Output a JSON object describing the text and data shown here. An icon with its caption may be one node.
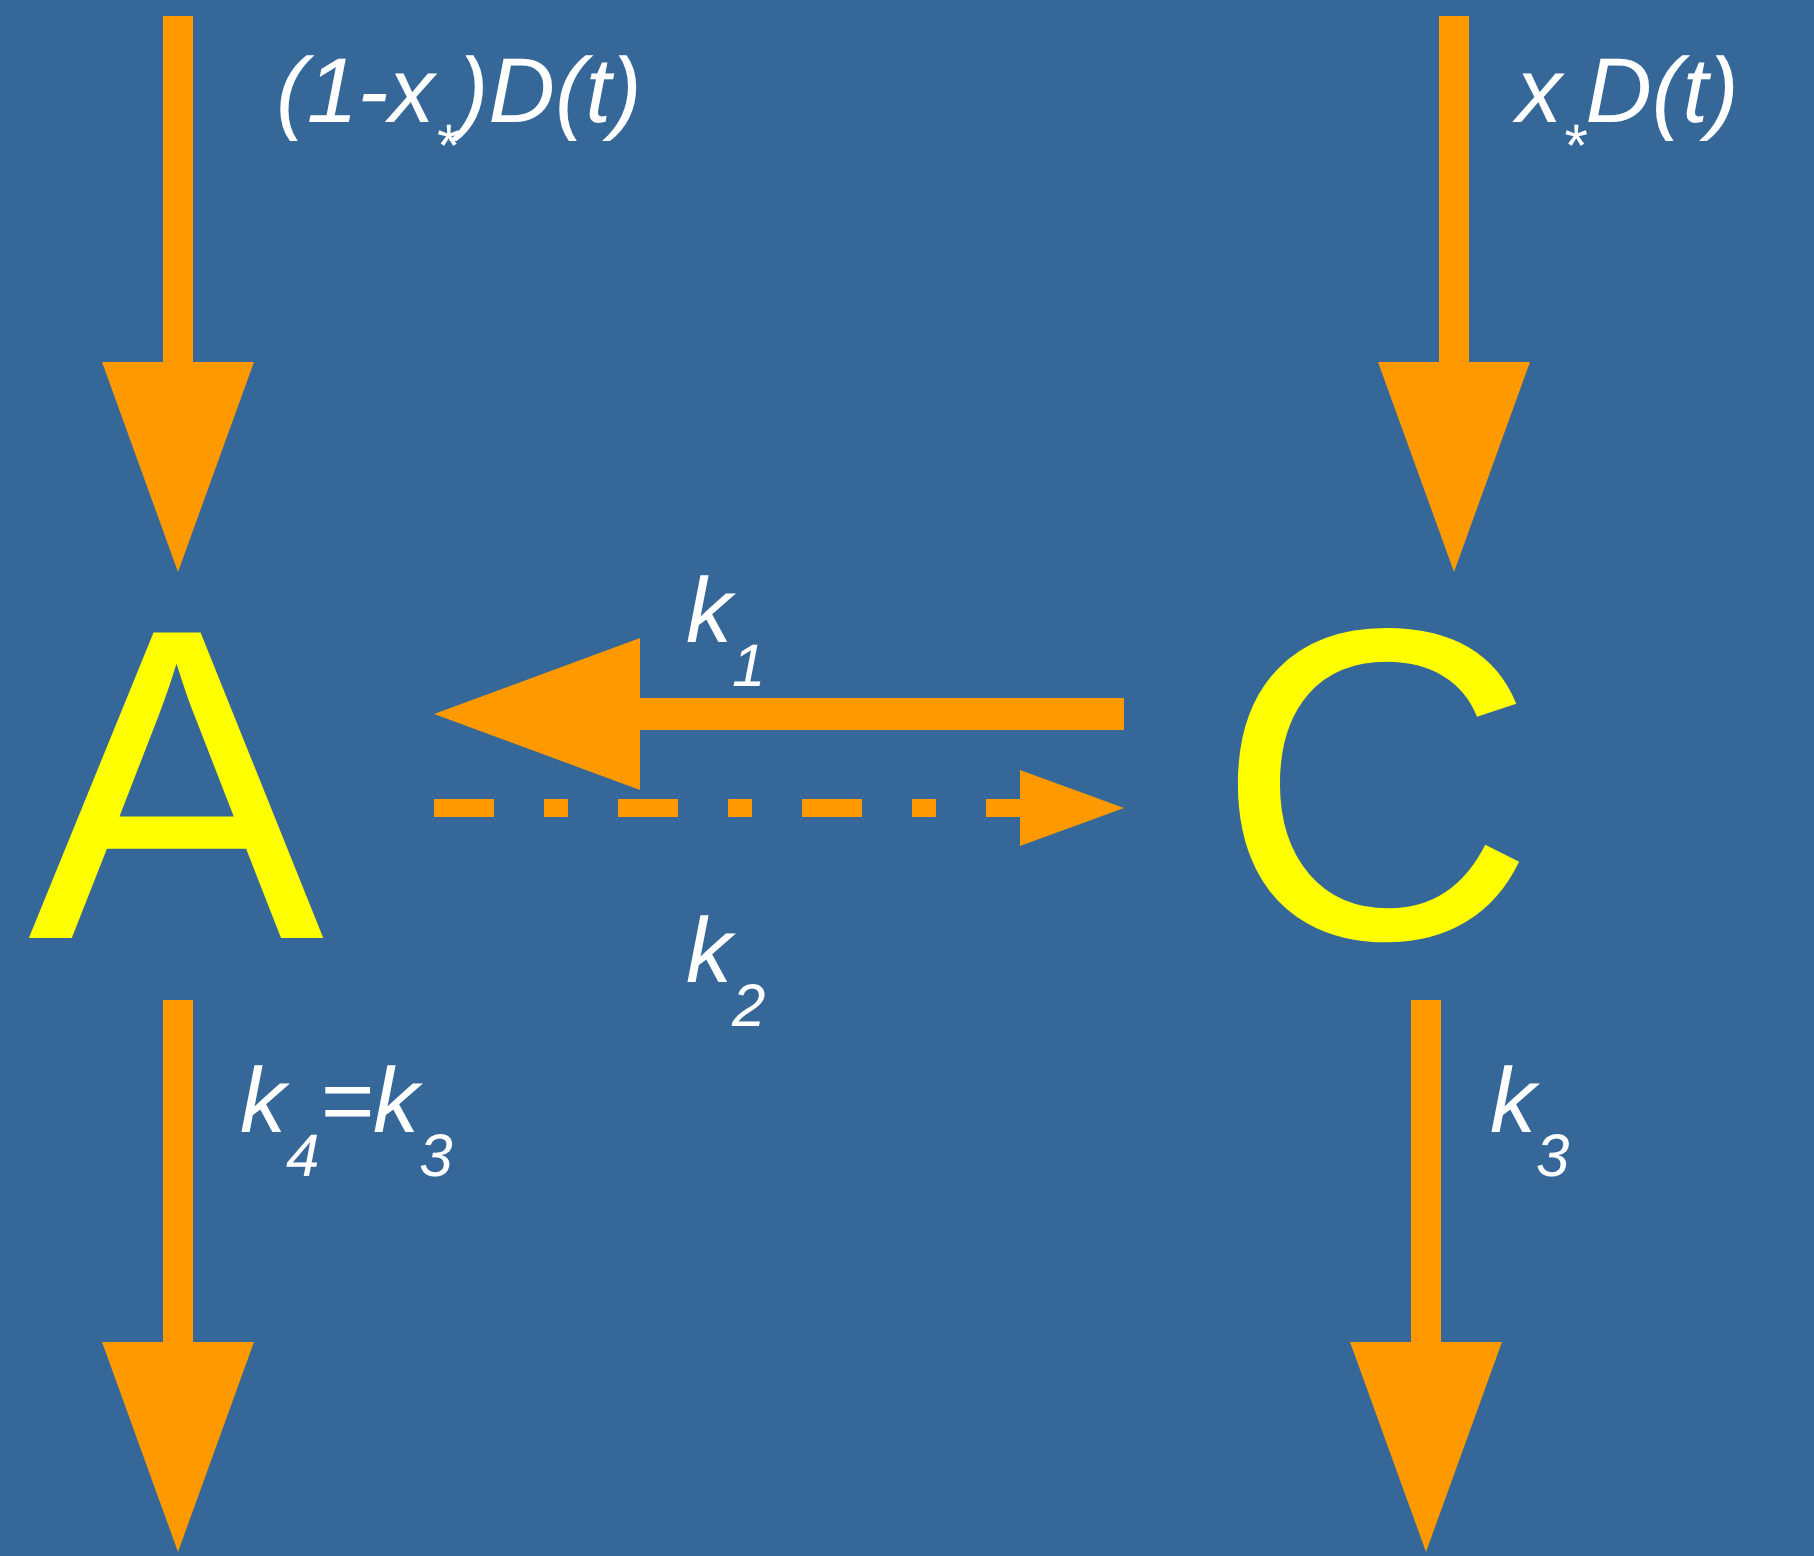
{
  "diagram": {
    "nodes": [
      {
        "text": [
          "A"
        ]
      },
      {
        "text": [
          "C"
        ]
      }
    ],
    "edges": [
      {
        "from": null,
        "to": 0,
        "arrow": "to",
        "label": "(1-x$_{*}$)D(t)"
      },
      {
        "from": null,
        "to": 1,
        "arrow": "to",
        "label": "x$_{*}$D(t)"
      },
      {
        "from": 1,
        "to": 0,
        "arrow": "to",
        "label": "k$_{1}$"
      },
      {
        "from": 0,
        "to": 1,
        "arrow": "to",
        "label": "k$_{2}$",
        "style": "dashed"
      },
      {
        "from": 0,
        "to": null,
        "arrow": "to",
        "label": "k$_{4}$=k$_{3}$"
      },
      {
        "from": 1,
        "to": null,
        "arrow": "to",
        "label": "k$_{3}$"
      }
    ]
  }
}
